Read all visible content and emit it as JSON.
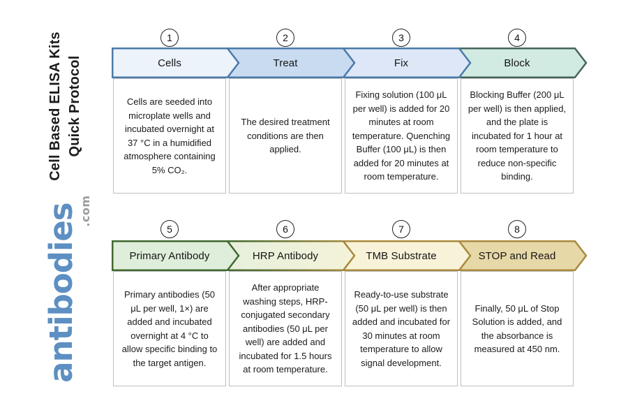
{
  "page": {
    "title_line1": "Cell Based ELISA Kits",
    "title_line2": "Quick Protocol",
    "brand": {
      "name": "antibodies",
      "tld": ".com",
      "name_color": "#5d8fc2",
      "tld_color": "#9b9b9b"
    }
  },
  "steps": [
    {
      "number": "1",
      "title": "Cells",
      "description": "Cells are seeded into microplate wells and incubated overnight at 37 °C in a humidified atmosphere containing 5% CO₂.",
      "fill": "#edf3fa",
      "border": "#4a7aa9"
    },
    {
      "number": "2",
      "title": "Treat",
      "description": "The desired treatment conditions are then applied.",
      "fill": "#c9dbf1",
      "border": "#4a7aa9"
    },
    {
      "number": "3",
      "title": "Fix",
      "description": "Fixing solution (100 μL per well) is added for 20 minutes at room temperature. Quenching Buffer (100 μL) is then added for 20 minutes at room temperature.",
      "fill": "#dde7f7",
      "border": "#4a7aa9"
    },
    {
      "number": "4",
      "title": "Block",
      "description": "Blocking Buffer (200 μL per well) is then applied, and the plate is incubated for 1 hour at room temperature to reduce non-specific binding.",
      "fill": "#d2ebe2",
      "border": "#47655a"
    },
    {
      "number": "5",
      "title": "Primary Antibody",
      "description": "Primary antibodies (50 μL per well, 1×) are added and incubated overnight at 4 °C to allow specific binding to the target antigen.",
      "fill": "#dfeeda",
      "border": "#40682f"
    },
    {
      "number": "6",
      "title": "HRP Antibody",
      "description": "After appropriate washing steps, HRP-conjugated secondary antibodies (50 μL per well) are added and incubated for 1.5 hours at room temperature.",
      "fill_left": "#e7f0dc",
      "fill_right": "#f4f2d8",
      "border_left": "#40682f",
      "border_right": "#aa8a3e"
    },
    {
      "number": "7",
      "title": "TMB Substrate",
      "description": "Ready-to-use substrate (50 μL per well) is then added and incubated for 30 minutes at room temperature to allow signal development.",
      "fill": "#f8f3d8",
      "border": "#aa8a3e"
    },
    {
      "number": "8",
      "title": "STOP and Read",
      "description": "Finally, 50 μL of Stop Solution is added, and the absorbance is measured at 450 nm.",
      "fill": "#e7d8a8",
      "border": "#aa8a3e"
    }
  ]
}
